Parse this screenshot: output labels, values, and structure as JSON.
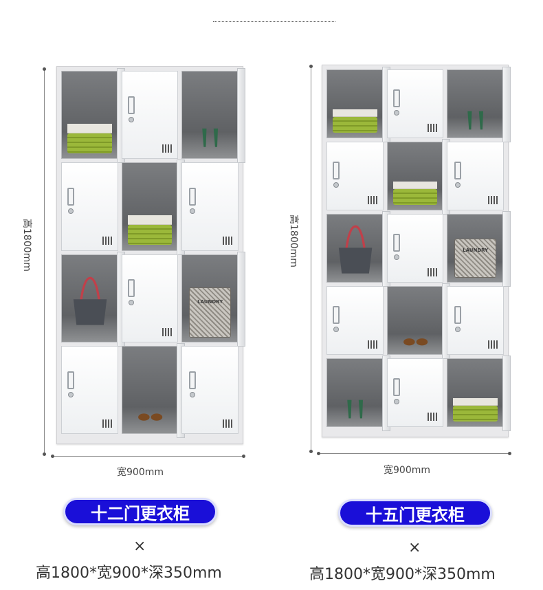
{
  "products": [
    {
      "name": "十二门更衣柜",
      "height_label": "高1800mm",
      "width_label": "宽900mm",
      "times_symbol": "×",
      "spec": "高1800*宽900*深350mm",
      "rows": 4,
      "cols": 3,
      "compartments": [
        [
          "open-towels",
          "closed",
          "open-shoes"
        ],
        [
          "closed",
          "open-towels",
          "closed"
        ],
        [
          "open-bag",
          "closed",
          "open-laundry"
        ],
        [
          "closed",
          "open-brown-shoes",
          "closed"
        ]
      ],
      "basket_text": "LAUNDRY"
    },
    {
      "name": "十五门更衣柜",
      "height_label": "高1800mm",
      "width_label": "宽900mm",
      "times_symbol": "×",
      "spec": "高1800*宽900*深350mm",
      "rows": 5,
      "cols": 3,
      "compartments": [
        [
          "open-towels",
          "closed",
          "open-shoes"
        ],
        [
          "closed",
          "open-towels",
          "closed"
        ],
        [
          "open-bag",
          "closed",
          "open-laundry"
        ],
        [
          "closed",
          "open-brown-shoes",
          "closed"
        ],
        [
          "open-shoes",
          "closed",
          "open-towels"
        ]
      ],
      "basket_text": "LAUNDRY"
    }
  ],
  "colors": {
    "pill": "#1a0fd8",
    "cabinet": "#e9e9eb",
    "interior": "#5f6164"
  }
}
